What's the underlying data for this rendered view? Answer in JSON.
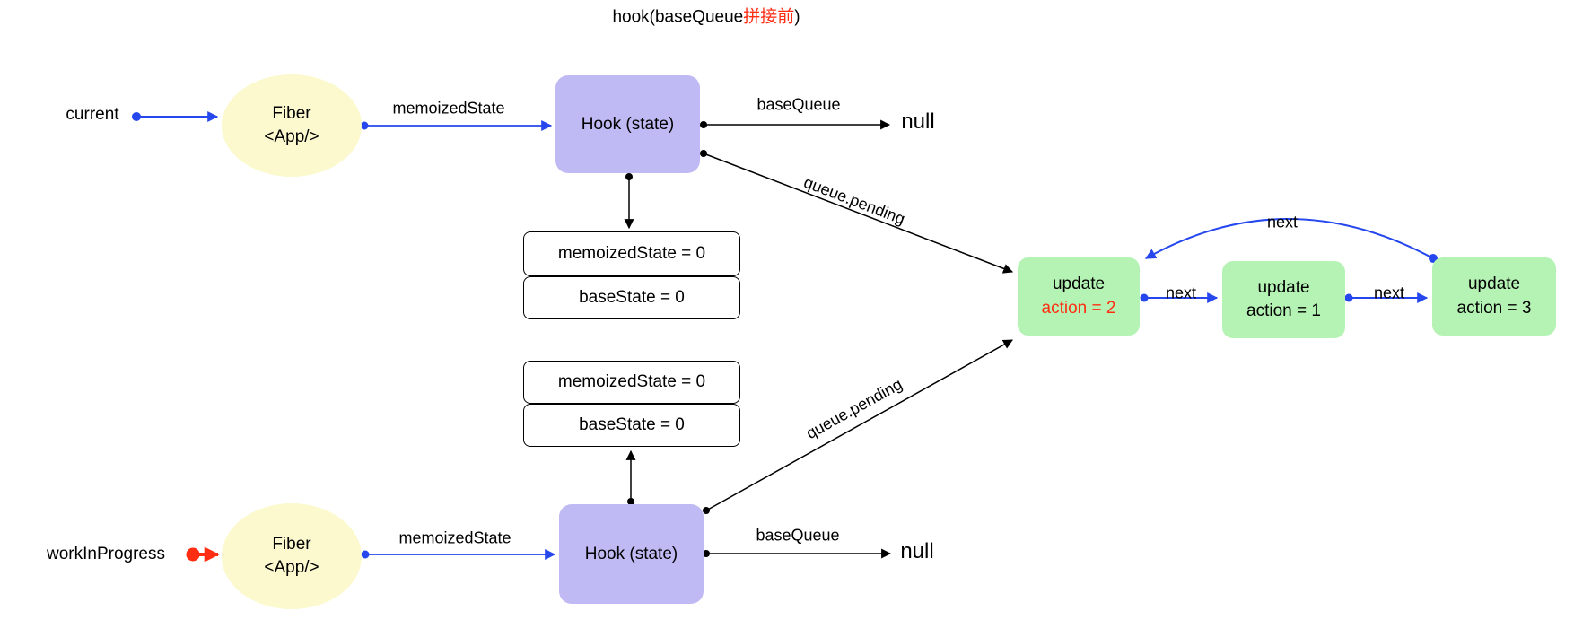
{
  "title": {
    "prefix": "hook(baseQueue",
    "highlight": "拼接前",
    "suffix": ")"
  },
  "colors": {
    "accent_blue": "#2547ed",
    "accent_red": "#ff2d12",
    "fiber_yellow": "#fbf9cd",
    "hook_purple": "#bfbaf3",
    "update_green": "#b5f3b5"
  },
  "top": {
    "pointer_label": "current",
    "fiber": {
      "line1": "Fiber",
      "line2": "<App/>"
    },
    "memoized_label": "memoizedState",
    "hook_label": "Hook (state)",
    "base_queue_label": "baseQueue",
    "null_label": "null",
    "queue_pending_label": "queue.pending",
    "state_rows": [
      "memoizedState = 0",
      "baseState = 0"
    ]
  },
  "bottom": {
    "pointer_label": "workInProgress",
    "fiber": {
      "line1": "Fiber",
      "line2": "<App/>"
    },
    "memoized_label": "memoizedState",
    "hook_label": "Hook (state)",
    "base_queue_label": "baseQueue",
    "null_label": "null",
    "queue_pending_label": "queue.pending",
    "state_rows": [
      "memoizedState = 0",
      "baseState = 0"
    ]
  },
  "updates": {
    "next_label": "next",
    "nodes": [
      {
        "line1": "update",
        "line2": "action = 2"
      },
      {
        "line1": "update",
        "line2": "action = 1"
      },
      {
        "line1": "update",
        "line2": "action = 3"
      }
    ]
  }
}
